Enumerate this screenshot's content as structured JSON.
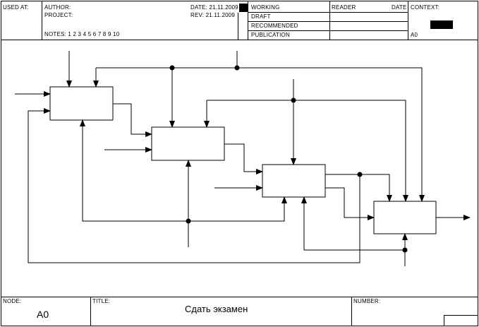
{
  "header": {
    "used_at_label": "USED AT:",
    "author_label": "AUTHOR:",
    "project_label": "PROJECT:",
    "notes": "NOTES: 1 2 3 4 5 6 7 8 9 10",
    "date": "DATE: 21.11.2009",
    "rev": "REV:  21.11.2009",
    "status": [
      "WORKING",
      "DRAFT",
      "RECOMMENDED",
      "PUBLICATION"
    ],
    "reader_label": "READER",
    "date_label": "DATE",
    "context_label": "CONTEXT:",
    "context_node": "A0"
  },
  "footer": {
    "node_label": "NODE:",
    "node_value": "A0",
    "title_label": "TITLE:",
    "title_value": "Сдать экзамен",
    "number_label": "NUMBER:"
  },
  "colors": {
    "line": "#000000",
    "background": "#ffffff"
  }
}
